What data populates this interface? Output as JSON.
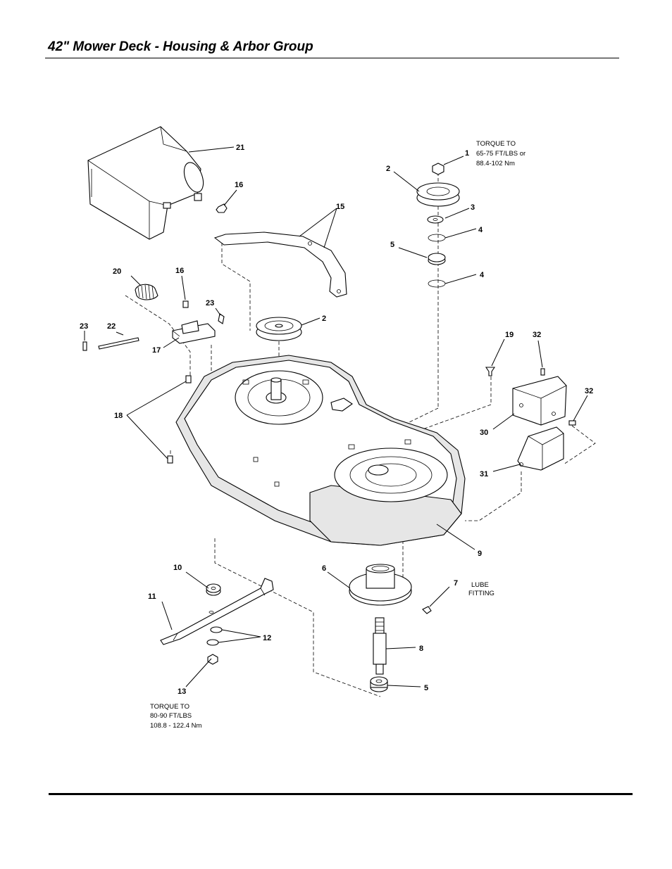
{
  "header": {
    "title": "42\" Mower Deck - Housing & Arbor Group"
  },
  "diagram": {
    "callouts": {
      "c1": "1",
      "c2a": "2",
      "c2b": "2",
      "c3": "3",
      "c4a": "4",
      "c4b": "4",
      "c5a": "5",
      "c5b": "5",
      "c6": "6",
      "c7": "7",
      "c8": "8",
      "c9": "9",
      "c10": "10",
      "c11": "11",
      "c12": "12",
      "c13": "13",
      "c15": "15",
      "c16a": "16",
      "c16b": "16",
      "c17": "17",
      "c18": "18",
      "c19": "19",
      "c20": "20",
      "c21": "21",
      "c22": "22",
      "c23a": "23",
      "c23b": "23",
      "c30": "30",
      "c31": "31",
      "c32a": "32",
      "c32b": "32"
    },
    "notes": {
      "torque_top": [
        "TORQUE TO",
        "65-75 FT/LBS or",
        "88.4-102 Nm"
      ],
      "lube": [
        "LUBE",
        "FITTING"
      ],
      "torque_bottom": [
        "TORQUE TO",
        "80-90 FT/LBS",
        "108.8 - 122.4 Nm"
      ]
    }
  }
}
